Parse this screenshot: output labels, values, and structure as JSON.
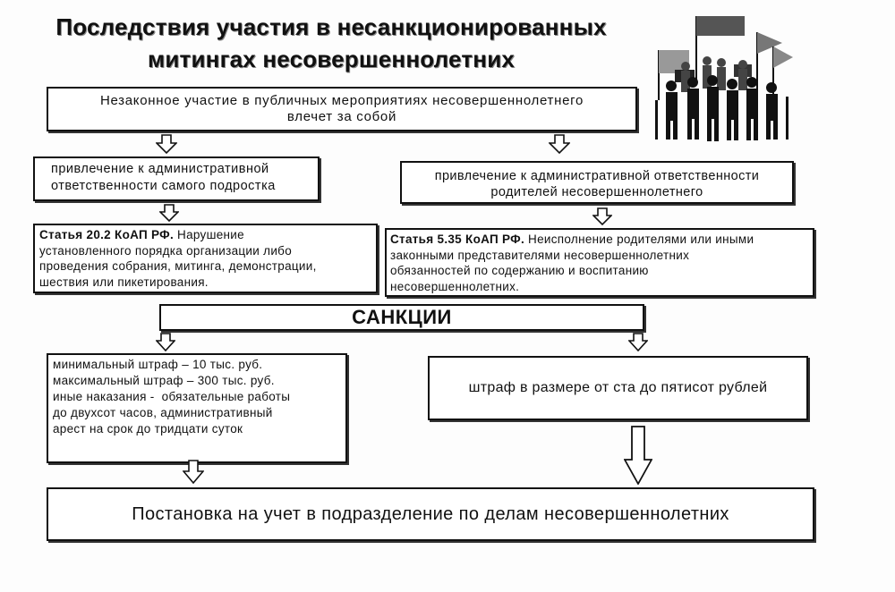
{
  "title": {
    "line1": "Последствия участия в несанкционированных",
    "line2": "митингах несовершеннолетних"
  },
  "consequence_box": {
    "lines": [
      "Незаконное участие в публичных мероприятиях несовершеннолетнего",
      "влечет за собой"
    ]
  },
  "left_branch": {
    "responsibility": {
      "lines": [
        "привлечение к административной",
        "ответственности самого подростка"
      ]
    },
    "article": {
      "ref": "Статья 20.2 КоАП РФ.",
      "lines": [
        "Нарушение",
        "установленного порядка организации либо",
        "проведения собрания, митинга, демонстрации,",
        "шествия или пикетирования."
      ]
    },
    "penalties": {
      "lines": [
        "минимальный штраф – 10 тыс. руб.",
        "максимальный штраф – 300 тыс. руб.",
        "иные наказания -  обязательные работы",
        "до двухсот часов, административный",
        "арест на срок до тридцати суток"
      ]
    }
  },
  "right_branch": {
    "responsibility": {
      "lines": [
        "привлечение к административной ответственности",
        "родителей несовершеннолетнего"
      ]
    },
    "article": {
      "ref": "Статья 5.35 КоАП РФ.",
      "lines": [
        "Неисполнение родителями или иными",
        "законными представителями несовершеннолетних",
        "обязанностей по содержанию и воспитанию",
        "несовершеннолетних."
      ]
    },
    "penalty": "штраф в размере от ста до пятисот рублей"
  },
  "sanctions_label": "САНКЦИИ",
  "outcome": "Постановка на учет в подразделение по делам несовершеннолетних",
  "icons": {
    "arrow": "down-arrow-icon",
    "illustration": "protest-crowd-illustration"
  },
  "colors": {
    "border": "#111111",
    "background": "#fdfdfd"
  }
}
